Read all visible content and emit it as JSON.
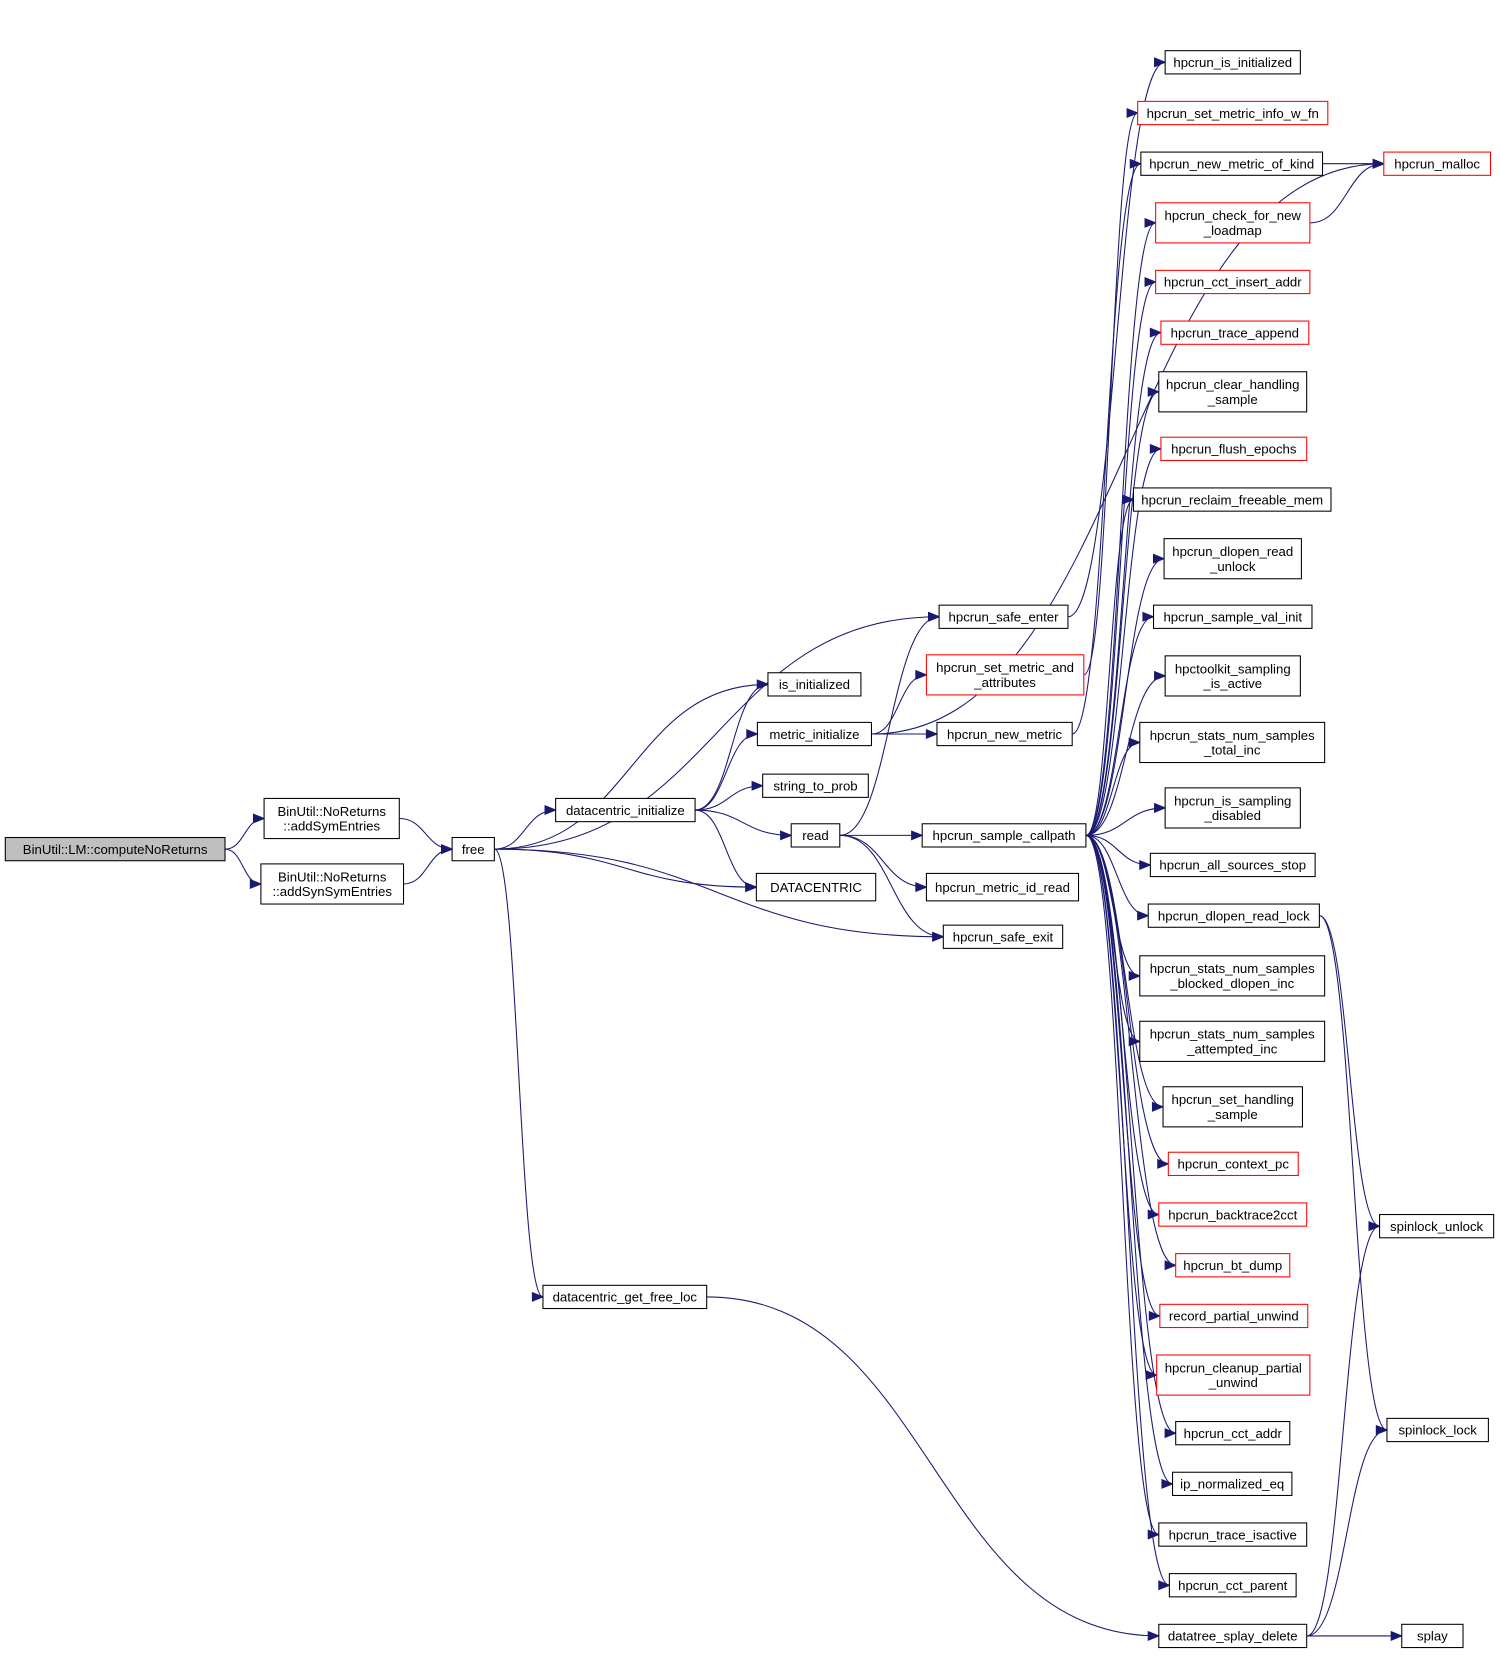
{
  "diagram": {
    "type": "call-graph",
    "colors": {
      "edge": "#191970",
      "root_fill": "#bfbfbf",
      "normal_border": "#000000",
      "truncated_border": "#ff0000",
      "node_fill": "#ffffff"
    },
    "nodes": [
      {
        "id": "root",
        "lines": [
          "BinUtil::LM::computeNoReturns"
        ],
        "style": "root"
      },
      {
        "id": "addSym",
        "lines": [
          "BinUtil::NoReturns",
          "::addSymEntries"
        ],
        "style": "normal"
      },
      {
        "id": "addSynSym",
        "lines": [
          "BinUtil::NoReturns",
          "::addSynSymEntries"
        ],
        "style": "normal"
      },
      {
        "id": "free",
        "lines": [
          "free"
        ],
        "style": "normal"
      },
      {
        "id": "dc_init",
        "lines": [
          "datacentric_initialize"
        ],
        "style": "normal"
      },
      {
        "id": "dc_getfree",
        "lines": [
          "datacentric_get_free_loc"
        ],
        "style": "normal"
      },
      {
        "id": "is_init",
        "lines": [
          "is_initialized"
        ],
        "style": "normal"
      },
      {
        "id": "metric_init",
        "lines": [
          "metric_initialize"
        ],
        "style": "normal"
      },
      {
        "id": "str2prob",
        "lines": [
          "string_to_prob"
        ],
        "style": "normal"
      },
      {
        "id": "read",
        "lines": [
          "read"
        ],
        "style": "normal"
      },
      {
        "id": "DATACENTRIC",
        "lines": [
          "DATACENTRIC"
        ],
        "style": "normal"
      },
      {
        "id": "safe_enter",
        "lines": [
          "hpcrun_safe_enter"
        ],
        "style": "normal"
      },
      {
        "id": "set_metric_attr",
        "lines": [
          "hpcrun_set_metric_and",
          "_attributes"
        ],
        "style": "truncated"
      },
      {
        "id": "new_metric",
        "lines": [
          "hpcrun_new_metric"
        ],
        "style": "normal"
      },
      {
        "id": "sample_cp",
        "lines": [
          "hpcrun_sample_callpath"
        ],
        "style": "normal"
      },
      {
        "id": "metric_id_read",
        "lines": [
          "hpcrun_metric_id_read"
        ],
        "style": "normal"
      },
      {
        "id": "safe_exit",
        "lines": [
          "hpcrun_safe_exit"
        ],
        "style": "normal"
      },
      {
        "id": "is_initialized",
        "lines": [
          "hpcrun_is_initialized"
        ],
        "style": "normal"
      },
      {
        "id": "set_metric_info",
        "lines": [
          "hpcrun_set_metric_info_w_fn"
        ],
        "style": "truncated"
      },
      {
        "id": "new_metric_kind",
        "lines": [
          "hpcrun_new_metric_of_kind"
        ],
        "style": "normal"
      },
      {
        "id": "check_loadmap",
        "lines": [
          "hpcrun_check_for_new",
          "_loadmap"
        ],
        "style": "truncated"
      },
      {
        "id": "cct_insert",
        "lines": [
          "hpcrun_cct_insert_addr"
        ],
        "style": "truncated"
      },
      {
        "id": "trace_append",
        "lines": [
          "hpcrun_trace_append"
        ],
        "style": "truncated"
      },
      {
        "id": "clear_handling",
        "lines": [
          "hpcrun_clear_handling",
          "_sample"
        ],
        "style": "normal"
      },
      {
        "id": "flush_epochs",
        "lines": [
          "hpcrun_flush_epochs"
        ],
        "style": "truncated"
      },
      {
        "id": "reclaim",
        "lines": [
          "hpcrun_reclaim_freeable_mem"
        ],
        "style": "normal"
      },
      {
        "id": "dl_read_unlock",
        "lines": [
          "hpcrun_dlopen_read",
          "_unlock"
        ],
        "style": "normal"
      },
      {
        "id": "sample_val_init",
        "lines": [
          "hpcrun_sample_val_init"
        ],
        "style": "normal"
      },
      {
        "id": "sampling_active",
        "lines": [
          "hpctoolkit_sampling",
          "_is_active"
        ],
        "style": "normal"
      },
      {
        "id": "stats_total",
        "lines": [
          "hpcrun_stats_num_samples",
          "_total_inc"
        ],
        "style": "normal"
      },
      {
        "id": "sampling_disabled",
        "lines": [
          "hpcrun_is_sampling",
          "_disabled"
        ],
        "style": "normal"
      },
      {
        "id": "all_stop",
        "lines": [
          "hpcrun_all_sources_stop"
        ],
        "style": "normal"
      },
      {
        "id": "dl_read_lock",
        "lines": [
          "hpcrun_dlopen_read_lock"
        ],
        "style": "normal"
      },
      {
        "id": "stats_blocked",
        "lines": [
          "hpcrun_stats_num_samples",
          "_blocked_dlopen_inc"
        ],
        "style": "normal"
      },
      {
        "id": "stats_attempted",
        "lines": [
          "hpcrun_stats_num_samples",
          "_attempted_inc"
        ],
        "style": "normal"
      },
      {
        "id": "set_handling",
        "lines": [
          "hpcrun_set_handling",
          "_sample"
        ],
        "style": "normal"
      },
      {
        "id": "context_pc",
        "lines": [
          "hpcrun_context_pc"
        ],
        "style": "truncated"
      },
      {
        "id": "backtrace2cct",
        "lines": [
          "hpcrun_backtrace2cct"
        ],
        "style": "truncated"
      },
      {
        "id": "bt_dump",
        "lines": [
          "hpcrun_bt_dump"
        ],
        "style": "truncated"
      },
      {
        "id": "record_partial",
        "lines": [
          "record_partial_unwind"
        ],
        "style": "truncated"
      },
      {
        "id": "cleanup_partial",
        "lines": [
          "hpcrun_cleanup_partial",
          "_unwind"
        ],
        "style": "truncated"
      },
      {
        "id": "cct_addr",
        "lines": [
          "hpcrun_cct_addr"
        ],
        "style": "normal"
      },
      {
        "id": "ip_norm",
        "lines": [
          "ip_normalized_eq"
        ],
        "style": "normal"
      },
      {
        "id": "trace_isactive",
        "lines": [
          "hpcrun_trace_isactive"
        ],
        "style": "normal"
      },
      {
        "id": "cct_parent",
        "lines": [
          "hpcrun_cct_parent"
        ],
        "style": "normal"
      },
      {
        "id": "splay_delete",
        "lines": [
          "datatree_splay_delete"
        ],
        "style": "normal"
      },
      {
        "id": "malloc",
        "lines": [
          "hpcrun_malloc"
        ],
        "style": "truncated"
      },
      {
        "id": "spin_unlock",
        "lines": [
          "spinlock_unlock"
        ],
        "style": "normal"
      },
      {
        "id": "spin_lock",
        "lines": [
          "spinlock_lock"
        ],
        "style": "normal"
      },
      {
        "id": "splay",
        "lines": [
          "splay"
        ],
        "style": "normal"
      }
    ],
    "edges": [
      [
        "root",
        "addSym"
      ],
      [
        "root",
        "addSynSym"
      ],
      [
        "addSym",
        "free"
      ],
      [
        "addSynSym",
        "free"
      ],
      [
        "free",
        "dc_init"
      ],
      [
        "free",
        "is_init"
      ],
      [
        "free",
        "safe_enter"
      ],
      [
        "free",
        "DATACENTRIC"
      ],
      [
        "free",
        "safe_exit"
      ],
      [
        "free",
        "dc_getfree"
      ],
      [
        "dc_init",
        "is_init"
      ],
      [
        "dc_init",
        "metric_init"
      ],
      [
        "dc_init",
        "str2prob"
      ],
      [
        "dc_init",
        "read"
      ],
      [
        "dc_init",
        "DATACENTRIC"
      ],
      [
        "metric_init",
        "set_metric_attr"
      ],
      [
        "metric_init",
        "new_metric"
      ],
      [
        "metric_init",
        "malloc"
      ],
      [
        "read",
        "safe_enter"
      ],
      [
        "read",
        "sample_cp"
      ],
      [
        "read",
        "metric_id_read"
      ],
      [
        "read",
        "safe_exit"
      ],
      [
        "safe_enter",
        "is_initialized"
      ],
      [
        "set_metric_attr",
        "set_metric_info"
      ],
      [
        "new_metric",
        "new_metric_kind"
      ],
      [
        "new_metric_kind",
        "malloc"
      ],
      [
        "check_loadmap",
        "malloc"
      ],
      [
        "sample_cp",
        "check_loadmap"
      ],
      [
        "sample_cp",
        "cct_insert"
      ],
      [
        "sample_cp",
        "trace_append"
      ],
      [
        "sample_cp",
        "clear_handling"
      ],
      [
        "sample_cp",
        "flush_epochs"
      ],
      [
        "sample_cp",
        "reclaim"
      ],
      [
        "sample_cp",
        "dl_read_unlock"
      ],
      [
        "sample_cp",
        "sample_val_init"
      ],
      [
        "sample_cp",
        "sampling_active"
      ],
      [
        "sample_cp",
        "stats_total"
      ],
      [
        "sample_cp",
        "sampling_disabled"
      ],
      [
        "sample_cp",
        "all_stop"
      ],
      [
        "sample_cp",
        "dl_read_lock"
      ],
      [
        "sample_cp",
        "stats_blocked"
      ],
      [
        "sample_cp",
        "stats_attempted"
      ],
      [
        "sample_cp",
        "set_handling"
      ],
      [
        "sample_cp",
        "context_pc"
      ],
      [
        "sample_cp",
        "backtrace2cct"
      ],
      [
        "sample_cp",
        "bt_dump"
      ],
      [
        "sample_cp",
        "record_partial"
      ],
      [
        "sample_cp",
        "cleanup_partial"
      ],
      [
        "sample_cp",
        "cct_addr"
      ],
      [
        "sample_cp",
        "ip_norm"
      ],
      [
        "sample_cp",
        "trace_isactive"
      ],
      [
        "sample_cp",
        "cct_parent"
      ],
      [
        "dl_read_lock",
        "spin_unlock"
      ],
      [
        "dl_read_lock",
        "spin_lock"
      ],
      [
        "dc_getfree",
        "splay_delete"
      ],
      [
        "splay_delete",
        "spin_unlock"
      ],
      [
        "splay_delete",
        "spin_lock"
      ],
      [
        "splay_delete",
        "splay"
      ]
    ]
  }
}
